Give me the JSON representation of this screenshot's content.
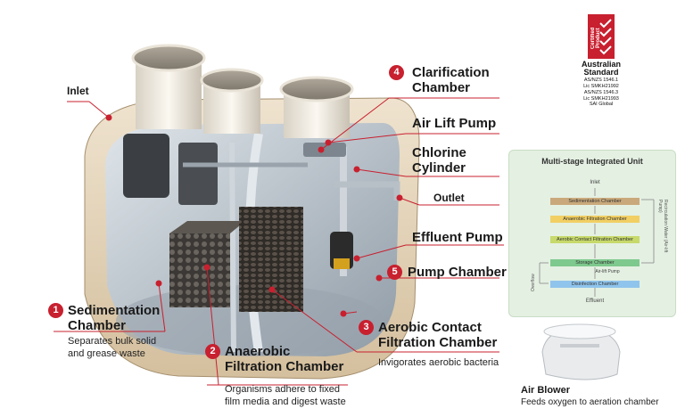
{
  "labels": {
    "inlet": "Inlet",
    "clarification": {
      "num": "4",
      "line1": "Clarification",
      "line2": "Chamber"
    },
    "air_lift_pump": "Air Lift Pump",
    "chlorine": {
      "line1": "Chlorine",
      "line2": "Cylinder"
    },
    "outlet": "Outlet",
    "effluent_pump": "Effluent Pump",
    "pump_chamber": {
      "num": "5",
      "label": "Pump Chamber"
    },
    "sedimentation": {
      "num": "1",
      "line1": "Sedimentation",
      "line2": "Chamber",
      "desc1": "Separates bulk solid",
      "desc2": "and grease waste"
    },
    "anaerobic": {
      "num": "2",
      "line1": "Anaerobic",
      "line2": "Filtration Chamber",
      "desc1": "Organisms adhere to fixed",
      "desc2": "film media and digest waste"
    },
    "aerobic": {
      "num": "3",
      "line1": "Aerobic Contact",
      "line2": "Filtration Chamber",
      "desc": "Invigorates aerobic bacteria"
    },
    "air_blower": {
      "title": "Air Blower",
      "desc": "Feeds oxygen to aeration chamber"
    }
  },
  "certification": {
    "vertical": "Certified Product",
    "standard_line1": "Australian",
    "standard_line2": "Standard",
    "lines": [
      "AS/NZS 1546.1",
      "Lic SMKH21992",
      "AS/NZS 1546.3",
      "Lic SMKH21993",
      "SAI Global"
    ]
  },
  "flow": {
    "title": "Multi-stage Integrated Unit",
    "inlet": "Inlet",
    "stages": [
      {
        "name": "Sedimentation Chamber",
        "color": "#c9a97b"
      },
      {
        "name": "Anaerobic Filtration Chamber",
        "color": "#f1cf63"
      },
      {
        "name": "Aerobic Contact Filtration Chamber",
        "color": "#c7d96a"
      },
      {
        "name": "Storage Chamber",
        "color": "#7ec98e"
      },
      {
        "name": "Disinfection Chamber",
        "color": "#8fc4ec"
      }
    ],
    "airlift": "Air-lift Pump",
    "effluent": "Effluent",
    "recirc": "Recirculation Water (Air-lift Pump)",
    "overflow": "Overflow"
  },
  "colors": {
    "accent": "#c8202f",
    "tank_shell": "#e6d6bf",
    "tank_inner": "#b9c3cb",
    "panel": "#e4f0e2"
  }
}
